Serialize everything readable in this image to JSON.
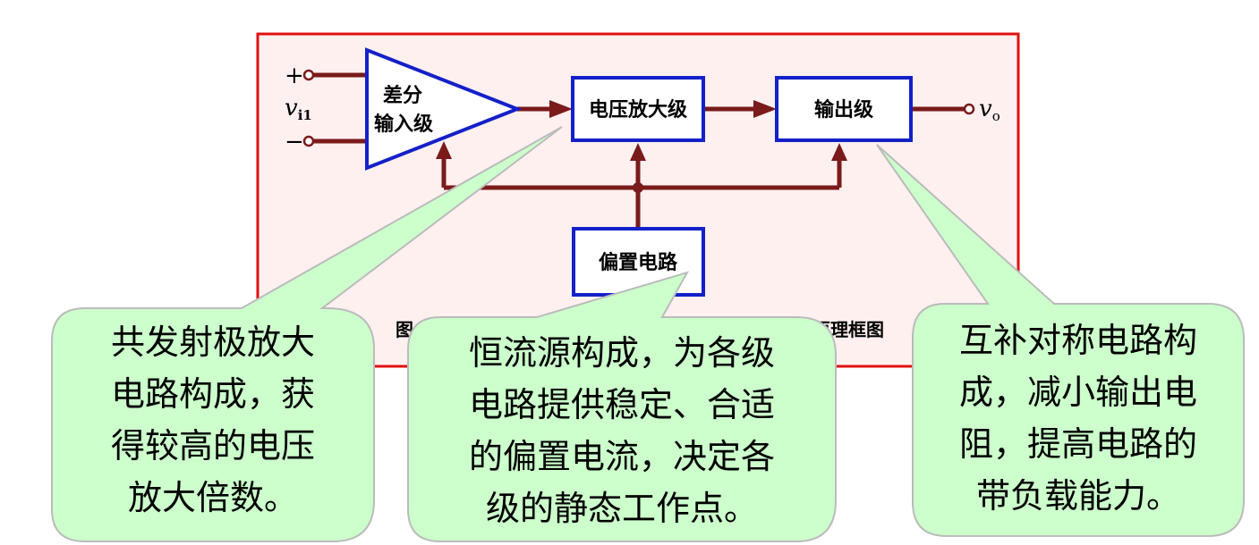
{
  "diagram": {
    "blocks": {
      "diff_input": {
        "line1": "差分",
        "line2": "输入级"
      },
      "voltage_amp": "电压放大级",
      "output_stage": "输出级",
      "bias": "偏置电路"
    },
    "terminals": {
      "plus": "+",
      "minus": "−",
      "vi_main": "v",
      "vi_sub": "i1",
      "vo_main": "v",
      "vo_sub": "o"
    },
    "caption_left": "图",
    "caption_right": "原理框图"
  },
  "callouts": {
    "left": {
      "lines": [
        "共发射极放大",
        "电路构成，获",
        "得较高的电压",
        "放大倍数。"
      ]
    },
    "middle": {
      "lines": [
        "恒流源构成，为各级",
        "电路提供稳定、合适",
        "的偏置电流，决定各",
        "级的静态工作点。"
      ]
    },
    "right": {
      "lines": [
        "互补对称电路构",
        "成，减小输出电",
        "阻，提高电路的",
        "带负载能力。"
      ]
    }
  },
  "colors": {
    "frame": "#e01010",
    "panel": "#fff0f0",
    "wire": "#7a1a1a",
    "block": "#1420c8",
    "bubble_fill": "#ccffcc",
    "bubble_stroke": "#bbbbbb"
  }
}
